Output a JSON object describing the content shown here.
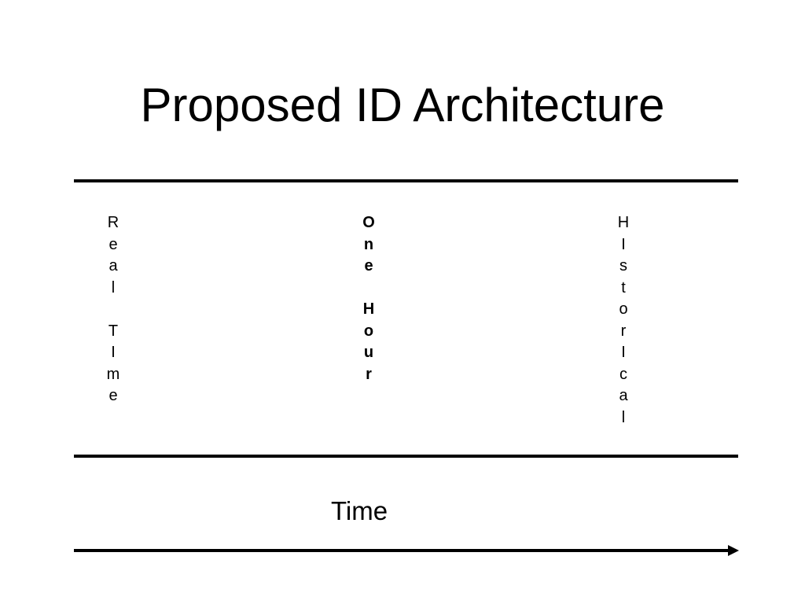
{
  "slide": {
    "title": "Proposed ID Architecture"
  },
  "diagram": {
    "columns": [
      {
        "label": "R\ne\na\nl\n\nT\nI\nm\ne"
      },
      {
        "label": "O\nn\ne\n\nH\no\nu\nr"
      },
      {
        "label": "H\nI\ns\nt\no\nr\nI\nc\na\nl"
      }
    ],
    "axis": {
      "label": "Time"
    }
  }
}
